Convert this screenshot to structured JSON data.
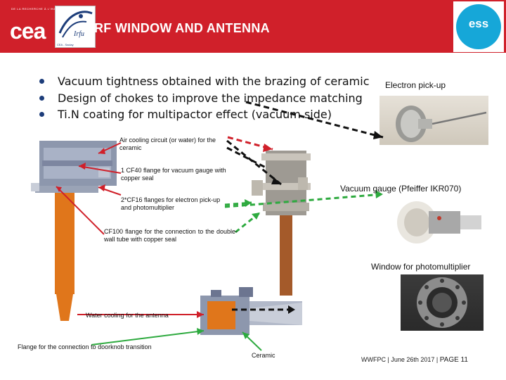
{
  "header": {
    "title": "RF WINDOW AND ANTENNA",
    "cea_tagline": "DE LA RECHERCHE À L'INDUSTRIE",
    "cea_logo": "cea",
    "irfu_label": "Irfu",
    "irfu_caption": "CEA  -  Saclay",
    "ess_logo": "ess",
    "colors": {
      "header_bg": "#d0202a",
      "ess_blue": "#16a7d8"
    }
  },
  "bullets": [
    "Vacuum tightness obtained with the brazing of ceramic",
    "Design of chokes to improve the impedance matching",
    "Ti.N coating for multipactor effect (vacuum side)"
  ],
  "labels": {
    "electron_pickup": "Electron pick-up",
    "air_cooling": "Air cooling circuit (or water) for the ceramic",
    "cf40_flange": "1 CF40 flange for vacuum gauge with copper seal",
    "vacuum_gauge": "Vacuum gauge (Pfeiffer IKR070)",
    "cf16_flanges": "2*CF16 flanges for electron pick-up and photomultiplier",
    "cf100_flange": "CF100 flange for the connection to the double-wall tube with copper seal",
    "window_pm": "Window for photomultiplier",
    "water_cooling": "Water cooling for the antenna",
    "doorknob_flange": "Flange for the connection to doorknob transition",
    "ceramic": "Ceramic"
  },
  "footer": {
    "text": "WWFPC | June 26th 2017 | ",
    "page": "PAGE 11"
  }
}
